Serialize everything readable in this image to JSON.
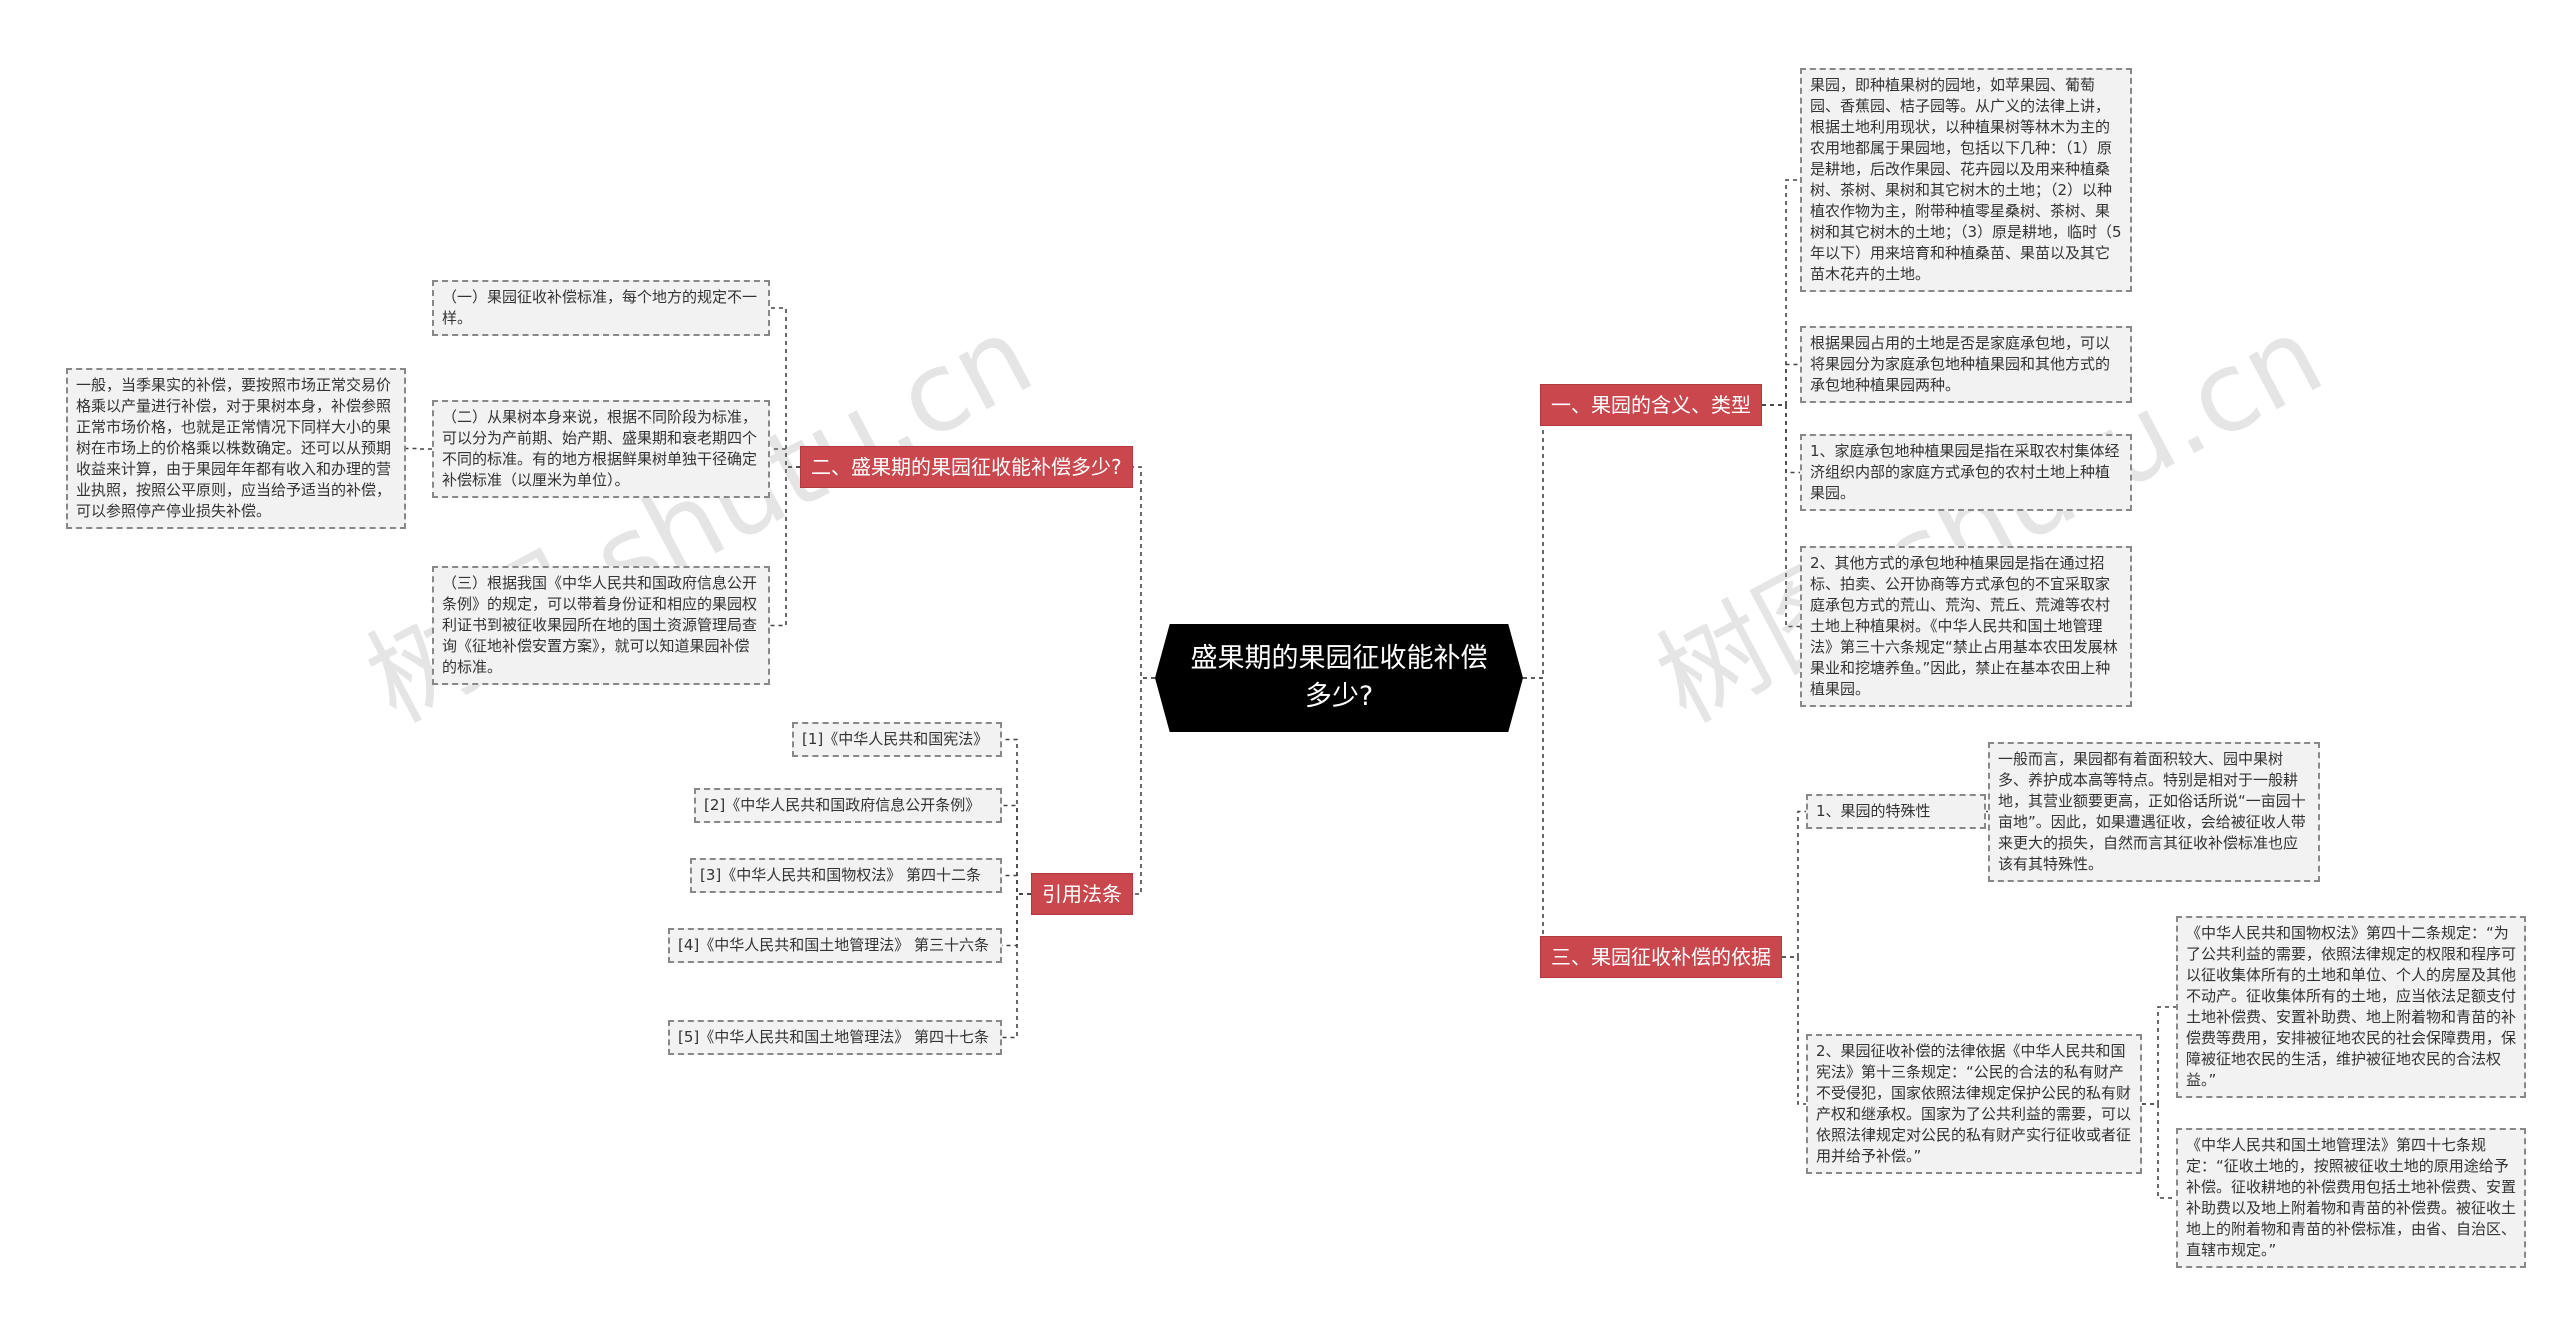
{
  "root": {
    "title": "盛果期的果园征收能补偿多少?"
  },
  "branches": {
    "b1": {
      "label": "一、果园的含义、类型"
    },
    "b2": {
      "label": "二、盛果期的果园征收能补偿多少?"
    },
    "b3": {
      "label": "三、果园征收补偿的依据"
    },
    "b4": {
      "label": "引用法条"
    }
  },
  "leaves": {
    "b1_1": "果园，即种植果树的园地，如苹果园、葡萄园、香蕉园、桔子园等。从广义的法律上讲，根据土地利用现状，以种植果树等林木为主的农用地都属于果园地，包括以下几种：（1）原是耕地，后改作果园、花卉园以及用来种植桑树、茶树、果树和其它树木的土地；（2）以种植农作物为主，附带种植零星桑树、茶树、果树和其它树木的土地；（3）原是耕地，临时（5年以下）用来培育和种植桑苗、果苗以及其它苗木花卉的土地。",
    "b1_2": "根据果园占用的土地是否是家庭承包地，可以将果园分为家庭承包地种植果园和其他方式的承包地种植果园两种。",
    "b1_3": "1、家庭承包地种植果园是指在采取农村集体经济组织内部的家庭方式承包的农村土地上种植果园。",
    "b1_4": "2、其他方式的承包地种植果园是指在通过招标、拍卖、公开协商等方式承包的不宜采取家庭承包方式的荒山、荒沟、荒丘、荒滩等农村土地上种植果树。《中华人民共和国土地管理法》第三十六条规定“禁止占用基本农田发展林果业和挖塘养鱼。”因此，禁止在基本农田上种植果园。",
    "b2_1": "（一）果园征收补偿标准，每个地方的规定不一样。",
    "b2_2": "（二）从果树本身来说，根据不同阶段为标准，可以分为产前期、始产期、盛果期和衰老期四个不同的标准。有的地方根据鲜果树单独干径确定补偿标准（以厘米为单位）。",
    "b2_2a": "一般，当季果实的补偿，要按照市场正常交易价格乘以产量进行补偿，对于果树本身，补偿参照正常市场价格，也就是正常情况下同样大小的果树在市场上的价格乘以株数确定。还可以从预期收益来计算，由于果园年年都有收入和办理的营业执照，按照公平原则，应当给予适当的补偿，可以参照停产停业损失补偿。",
    "b2_3": "（三）根据我国《中华人民共和国政府信息公开条例》的规定，可以带着身份证和相应的果园权利证书到被征收果园所在地的国土资源管理局查询《征地补偿安置方案》，就可以知道果园补偿的标准。",
    "b3_1": "1、果园的特殊性",
    "b3_1a": "一般而言，果园都有着面积较大、园中果树多、养护成本高等特点。特别是相对于一般耕地，其营业额要更高，正如俗话所说“一亩园十亩地”。因此，如果遭遇征收，会给被征收人带来更大的损失，自然而言其征收补偿标准也应该有其特殊性。",
    "b3_2": "2、果园征收补偿的法律依据《中华人民共和国宪法》第十三条规定：“公民的合法的私有财产不受侵犯，国家依照法律规定保护公民的私有财产权和继承权。国家为了公共利益的需要，可以依照法律规定对公民的私有财产实行征收或者征用并给予补偿。”",
    "b3_2a": "《中华人民共和国物权法》第四十二条规定：“为了公共利益的需要，依照法律规定的权限和程序可以征收集体所有的土地和单位、个人的房屋及其他不动产。征收集体所有的土地，应当依法足额支付土地补偿费、安置补助费、地上附着物和青苗的补偿费等费用，安排被征地农民的社会保障费用，保障被征地农民的生活，维护被征地农民的合法权益。”",
    "b3_2b": "《中华人民共和国土地管理法》第四十七条规定：“征收土地的，按照被征收土地的原用途给予补偿。征收耕地的补偿费用包括土地补偿费、安置补助费以及地上附着物和青苗的补偿费。被征收土地上的附着物和青苗的补偿标准，由省、自治区、直辖市规定。”",
    "b4_1": "[1]《中华人民共和国宪法》",
    "b4_2": "[2]《中华人民共和国政府信息公开条例》",
    "b4_3": "[3]《中华人民共和国物权法》 第四十二条",
    "b4_4": "[4]《中华人民共和国土地管理法》 第三十六条",
    "b4_5": "[5]《中华人民共和国土地管理法》 第四十七条"
  },
  "watermark": "树图 shutu.cn",
  "colors": {
    "branch": "#c9474d",
    "root": "#000000",
    "leaf_bg": "#f2f2f2",
    "line": "#333333"
  }
}
